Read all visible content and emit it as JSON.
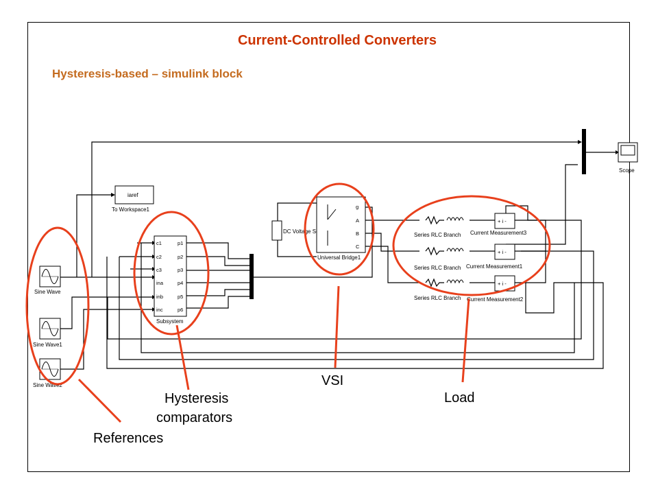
{
  "slide": {
    "title": "Current-Controlled Converters",
    "subtitle": "Hysteresis-based – simulink block"
  },
  "blocks": {
    "to_workspace": {
      "value": "iaref",
      "label": "To Workspace1"
    },
    "sine_wave": "Sine Wave",
    "sine_wave1": "Sine Wave1",
    "sine_wave2": "Sine Wave2",
    "subsystem": "Subsystem",
    "subsystem_inputs": [
      "c1",
      "c2",
      "c3",
      "ina",
      "inb",
      "inc"
    ],
    "subsystem_outputs": [
      "p1",
      "p2",
      "p3",
      "p4",
      "p5",
      "p6"
    ],
    "dc_source": "DC Voltage Source",
    "bridge": "Universal Bridge1",
    "bridge_ports": [
      "g",
      "A",
      "B",
      "C"
    ],
    "rlc_label": "Series RLC Branch",
    "meas": [
      "Current Measurement3",
      "Current Measurement1",
      "Current Measurement2"
    ],
    "scope": "Scope"
  },
  "annotations": {
    "references": "References",
    "comparators_1": "Hysteresis",
    "comparators_2": "comparators",
    "vsi": "VSI",
    "load": "Load"
  },
  "colors": {
    "title": "#cc3300",
    "subtitle": "#c46b1f",
    "annotation": "#e8401c"
  }
}
